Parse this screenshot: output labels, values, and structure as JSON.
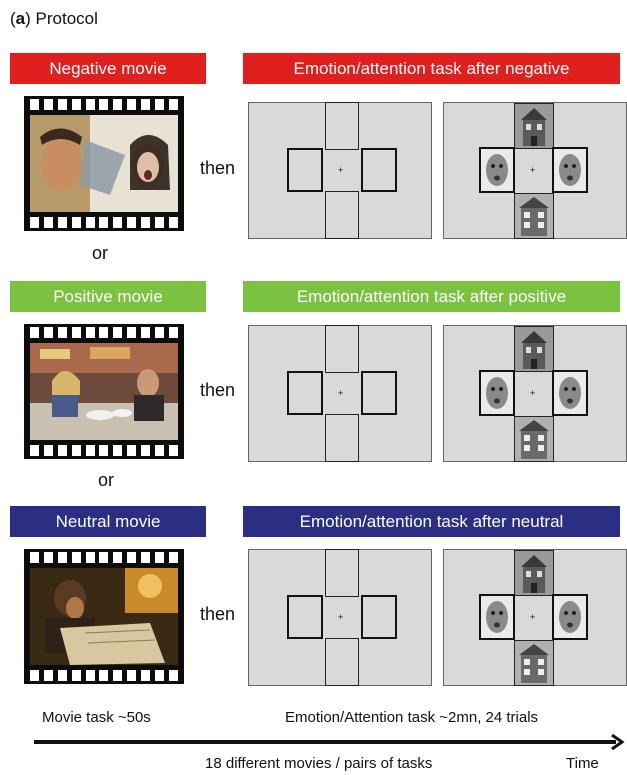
{
  "title": {
    "letter": "a",
    "text": " Protocol"
  },
  "colors": {
    "negative": "#e0201f",
    "positive": "#7cc241",
    "neutral": "#2a2f83"
  },
  "rows": [
    {
      "movie_label": "Negative movie",
      "task_label": "Emotion/attention task after negative",
      "then": "then",
      "or": "or"
    },
    {
      "movie_label": "Positive movie",
      "task_label": "Emotion/attention task after positive",
      "then": "then",
      "or": "or"
    },
    {
      "movie_label": "Neutral movie",
      "task_label": "Emotion/attention task after neutral",
      "then": "then",
      "or": ""
    }
  ],
  "footer": {
    "movie_task": "Movie task ~50s",
    "emotion_task": "Emotion/Attention task ~2mn, 24 trials",
    "timeline_caption": "18 different movies / pairs of tasks",
    "time_label": "Time"
  }
}
